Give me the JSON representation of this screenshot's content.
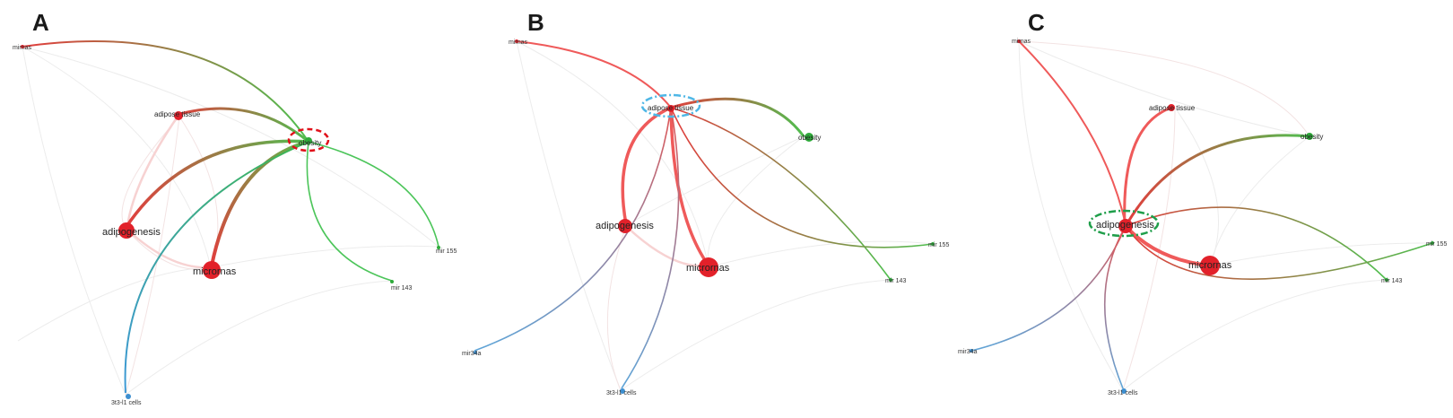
{
  "panels": [
    {
      "letter": "A"
    },
    {
      "letter": "B"
    },
    {
      "letter": "C"
    }
  ],
  "nodes": {
    "micrornas_top": "mirnas",
    "adipose_tissue": "adipose tissue",
    "obesity": "obesity",
    "adipogenesis": "adipogenesis",
    "micrornas": "micrornas",
    "mir155": "mir 155",
    "mir143": "mir 143",
    "mir34a": "mir34a",
    "cells3t3": "3t3-l1 cells"
  },
  "colors": {
    "red_cluster": "#e2212a",
    "green_cluster": "#2eaa3a",
    "blue_cluster": "#3d8fd0",
    "highlight_A": "#e0121b",
    "highlight_B": "#4fb7e6",
    "highlight_C": "#1f9e4a"
  }
}
